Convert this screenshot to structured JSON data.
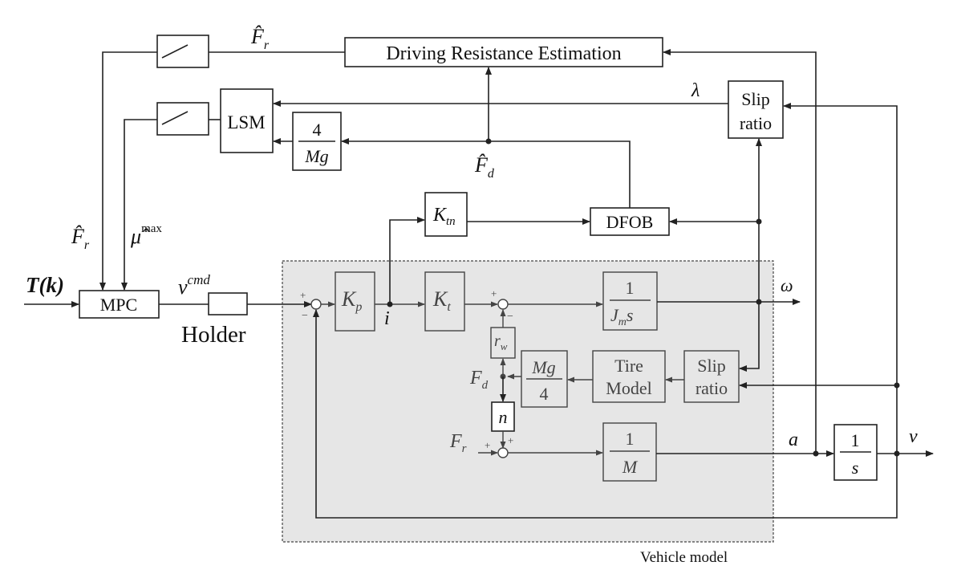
{
  "colors": {
    "background": "#ffffff",
    "line": "#222222",
    "vehicle_area_fill": "#e6e6e6",
    "vehicle_area_stroke": "#444444"
  },
  "blocks": {
    "driving_resistance": "Driving Resistance Estimation",
    "lsm": "LSM",
    "gain_4_mg_num": "4",
    "gain_4_mg_den": "Mg",
    "slip_ratio_top_1": "Slip",
    "slip_ratio_top_2": "ratio",
    "ktn": "K",
    "ktn_sub": "tn",
    "dfob": "DFOB",
    "mpc": "MPC",
    "holder_label": "Holder",
    "kp": "K",
    "kp_sub": "p",
    "kt": "K",
    "kt_sub": "t",
    "inertia_num": "1",
    "inertia_den_j": "J",
    "inertia_den_sub": "m",
    "inertia_den_s": "s",
    "rw": "r",
    "rw_sub": "w",
    "mg4_num": "Mg",
    "mg4_den": "4",
    "tire_model_1": "Tire",
    "tire_model_2": "Model",
    "slip_ratio_in_1": "Slip",
    "slip_ratio_in_2": "ratio",
    "n": "n",
    "mass_num": "1",
    "mass_den": "M",
    "integrator_num": "1",
    "integrator_den": "s"
  },
  "signals": {
    "fr_hat": "F̂",
    "fr_hat_sub": "r",
    "lambda": "λ",
    "fd_hat": "F̂",
    "fd_hat_sub": "d",
    "mu_hat": "μ̂",
    "mu_sup": "max",
    "t_k": "T(k)",
    "v_cmd": "v",
    "v_cmd_sup": "cmd",
    "i": "i",
    "omega": "ω",
    "fd": "F",
    "fd_sub": "d",
    "fr": "F",
    "fr_sub": "r",
    "a": "a",
    "v": "v",
    "plus": "+",
    "minus": "−"
  },
  "vehicle_model_label": "Vehicle model"
}
